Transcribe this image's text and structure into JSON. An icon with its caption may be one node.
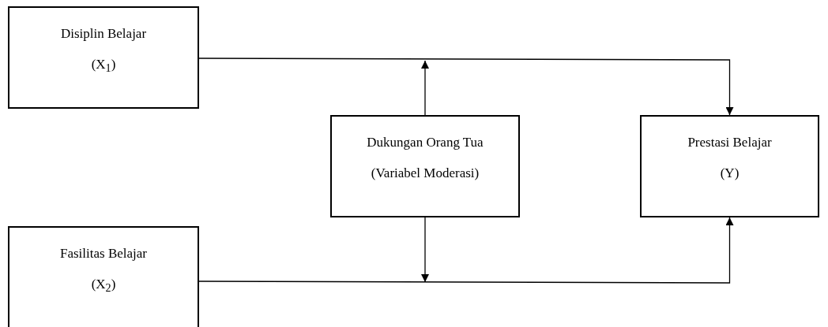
{
  "diagram": {
    "nodes": [
      {
        "text": [
          "Disiplin Belajar",
          "(X$_{1}$)"
        ]
      },
      {
        "text": [
          "Dukungan Orang Tua",
          "(Variabel Moderasi)"
        ]
      },
      {
        "text": [
          "Prestasi Belajar",
          "(Y)"
        ]
      },
      {
        "text": [
          "Fasilitas Belajar",
          "(X$_{2}$)"
        ]
      }
    ],
    "edges": [
      {
        "from": 0,
        "to": 2,
        "arrow": "to"
      },
      {
        "from": 3,
        "to": 2,
        "arrow": "to"
      },
      {
        "from": 1,
        "to": null,
        "arrow": "to"
      },
      {
        "from": 1,
        "to": null,
        "arrow": "to"
      }
    ]
  }
}
